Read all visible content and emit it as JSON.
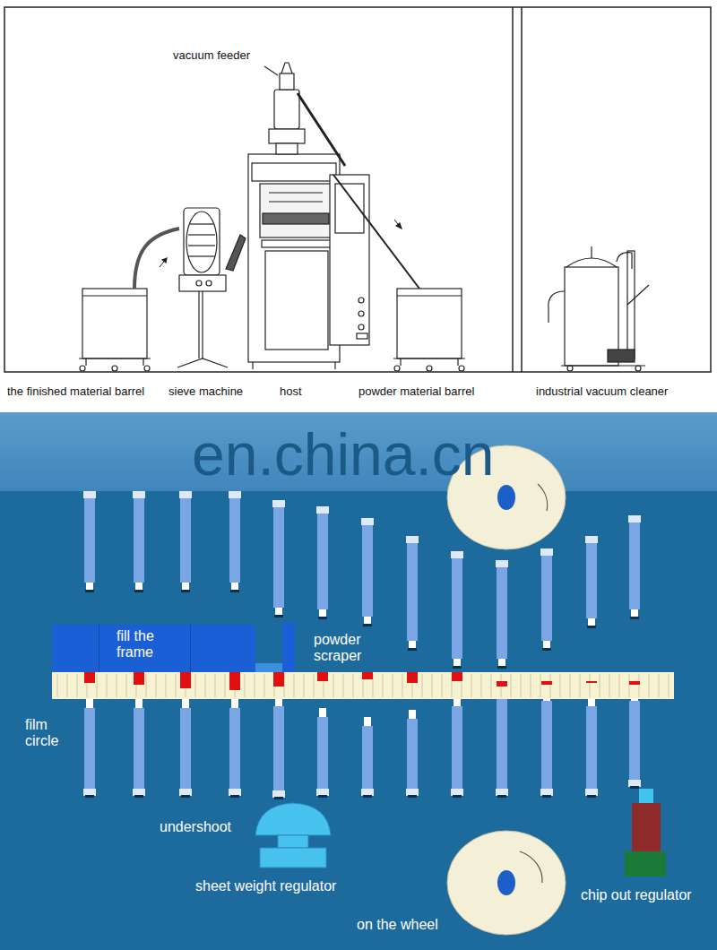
{
  "diagram": {
    "nodes": [
      {
        "text": [
          "fill the frame"
        ]
      }
    ],
    "labels": [
      "vacuum feeder",
      "the finished material barrel",
      "sieve machine",
      "host",
      "powder material barrel",
      "industrial vacuum cleaner",
      "en.china.cn",
      "powder scraper",
      "film circle",
      "undershoot",
      "sheet weight regulator",
      "on the wheel",
      "chip out regulator"
    ]
  }
}
